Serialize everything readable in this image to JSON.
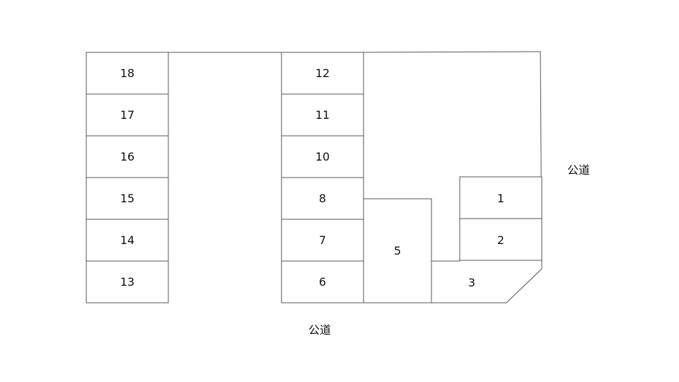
{
  "parking_lot": {
    "spaces": {
      "s18": "18",
      "s17": "17",
      "s16": "16",
      "s15": "15",
      "s14": "14",
      "s13": "13",
      "s12": "12",
      "s11": "11",
      "s10": "10",
      "s8": "8",
      "s7": "7",
      "s6": "6",
      "s5": "5",
      "s1": "1",
      "s2": "2",
      "s3": "3"
    },
    "roads": {
      "right": "公道",
      "bottom": "公道"
    }
  }
}
